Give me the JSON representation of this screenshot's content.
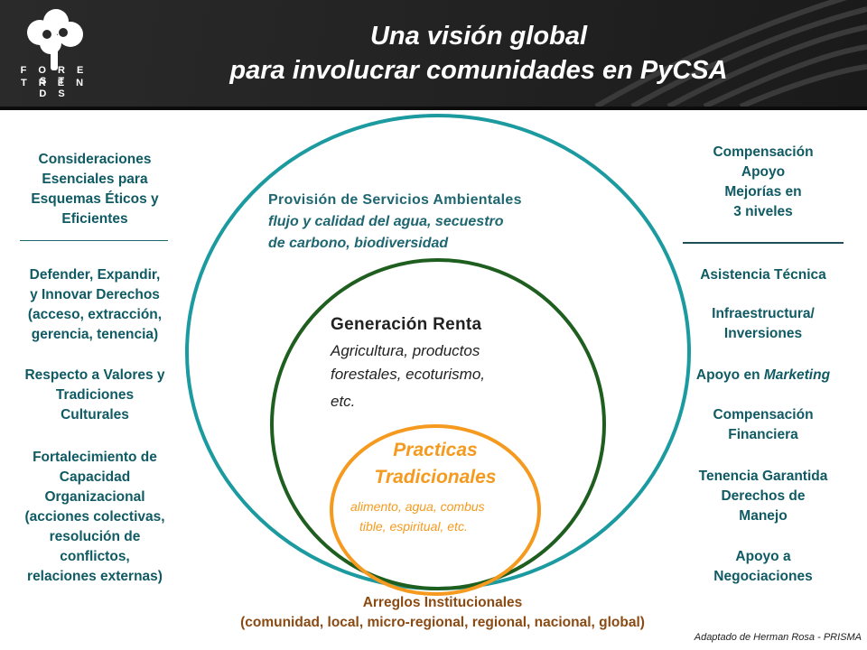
{
  "header": {
    "logo_line1": "F O R E S T",
    "logo_line2": "T R E N D S",
    "title_line1": "Una visión global",
    "title_line2": "para involucrar comunidades en PyCSA"
  },
  "left_column": {
    "heading": [
      "Consideraciones",
      "Esenciales para",
      "Esquemas Éticos y",
      "Eficientes"
    ],
    "block1": [
      "Defender, Expandir,",
      "y Innovar Derechos",
      "(acceso, extracción,",
      "gerencia, tenencia)"
    ],
    "block2": [
      "Respecto a Valores y",
      "Tradiciones",
      "Culturales"
    ],
    "block3": [
      "Fortalecimiento de",
      "Capacidad",
      "Organizacional",
      "(acciones colectivas,",
      "resolución de",
      "conflictos,",
      "relaciones externas)"
    ]
  },
  "right_column": {
    "heading": [
      "Compensación",
      "Apoyo",
      "Mejorías en",
      "3 niveles"
    ],
    "item1": "Asistencia Técnica",
    "item2": [
      "Infraestructura/",
      "Inversiones"
    ],
    "item3_prefix": "Apoyo en ",
    "item3_em": "Marketing",
    "item4": [
      "Compensación",
      "Financiera"
    ],
    "item5": [
      "Tenencia Garantida",
      "Derechos de",
      "Manejo"
    ],
    "item6": [
      "Apoyo a",
      "Negociaciones"
    ]
  },
  "outer_circle": {
    "title": "Provisión de Servicios Ambientales",
    "subtitle_line1": "flujo y calidad del agua, secuestro",
    "subtitle_line2": "de carbono, biodiversidad",
    "color": "#1b9aa0"
  },
  "middle_circle": {
    "title": "Generación Renta",
    "subtitle_line1": "Agricultura, productos",
    "subtitle_line2": "forestales, ecoturismo,",
    "subtitle_line3": "etc.",
    "color": "#1e5e1e"
  },
  "inner_circle": {
    "title_line1": "Practicas",
    "title_line2": "Tradicionales",
    "subtitle_line1": "alimento, agua, combus",
    "subtitle_line2": "tible, espiritual, etc.",
    "color": "#f59a1e"
  },
  "bottom": {
    "line1": "Arreglos Institucionales",
    "line2": "(comunidad, local, micro-regional,  regional, nacional, global)",
    "color": "#8a4a12"
  },
  "credit": "Adaptado de Herman Rosa - PRISMA"
}
